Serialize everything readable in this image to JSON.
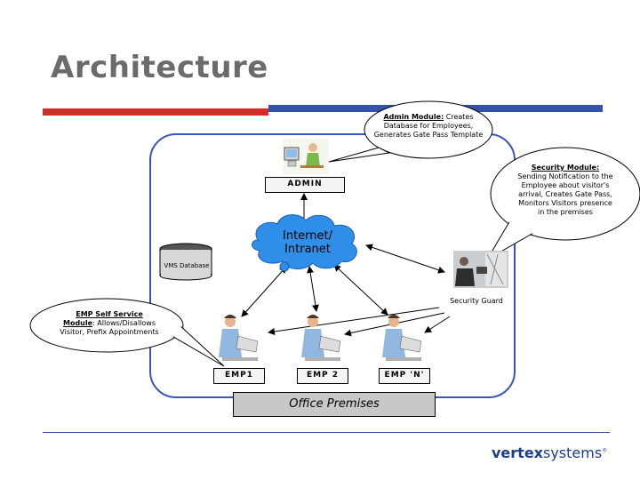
{
  "title": "Architecture",
  "admin_module": {
    "heading": "Admin Module:",
    "text": " Creates Database for Employees, Generates Gate Pass Template"
  },
  "security_module": {
    "heading": "Security Module:",
    "text": " Sending Notification to the Employee about visitor's arrival, Creates Gate Pass, Monitors Visitors presence in the premises"
  },
  "emp_module": {
    "heading": "EMP Self Service Module",
    "text": ": Allows/Disallows Visitor, Prefix Appointments"
  },
  "nodes": {
    "admin": "ADMIN",
    "internet": "Internet/ Intranet",
    "vms": "VMS Database",
    "guard": "Security Guard",
    "emp1": "EMP1",
    "emp2": "EMP 2",
    "empn": "EMP 'N'",
    "office": "Office Premises"
  },
  "logo": {
    "bold": "vertex",
    "light": "systems",
    "mark": "®"
  },
  "colors": {
    "title": "#6b6b6b",
    "accent_red": "#d42b2b",
    "accent_blue": "#3352a8",
    "cloud": "#2f8fe8"
  }
}
